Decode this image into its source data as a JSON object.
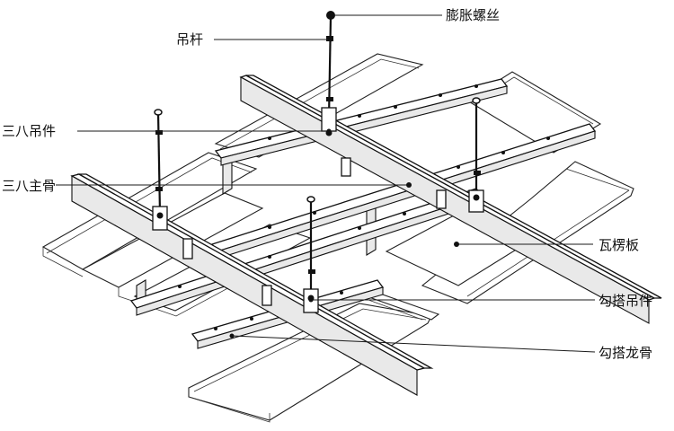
{
  "labels": {
    "expansion_bolt": "膨胀螺丝",
    "hanger_rod": "吊杆",
    "sanba_hanger": "三八吊件",
    "sanba_main_keel": "三八主骨",
    "corrugated_panel": "瓦楞板",
    "hook_hanger": "勾搭吊件",
    "hook_keel": "勾搭龙骨"
  },
  "colors": {
    "line": "#1a1a1a",
    "background": "#ffffff",
    "shade": "#e9e9e9"
  }
}
